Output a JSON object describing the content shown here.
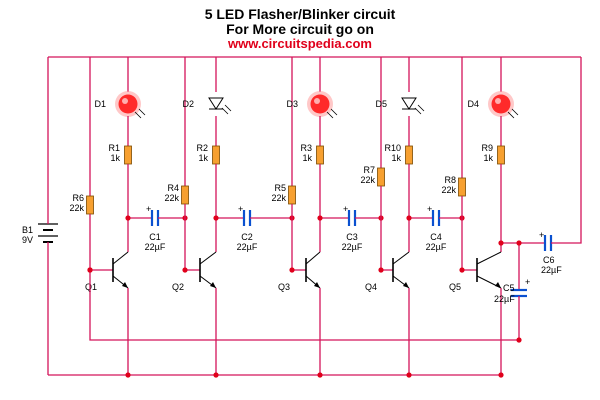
{
  "header": {
    "title": "5 LED Flasher/Blinker circuit",
    "subtitle": "For More circuit go on",
    "url": "www.circuitspedia.com"
  },
  "colors": {
    "wire": "#d4145a",
    "node": "#e0001b",
    "resistor": "#f7a030",
    "resistor_stroke": "#7a4a00",
    "capacitor": "#0a50d0",
    "led_red": "#ff2a2a",
    "led_glow": "#ff9a9a",
    "ink": "#000000"
  },
  "components": {
    "battery": {
      "ref": "B1",
      "value": "9V"
    },
    "leds": [
      {
        "ref": "D1",
        "style": "glow"
      },
      {
        "ref": "D2",
        "style": "outline"
      },
      {
        "ref": "D3",
        "style": "glow"
      },
      {
        "ref": "D5",
        "style": "outline"
      },
      {
        "ref": "D4",
        "style": "glow"
      }
    ],
    "led_resistors": [
      {
        "ref": "R1",
        "value": "1k"
      },
      {
        "ref": "R2",
        "value": "1k"
      },
      {
        "ref": "R3",
        "value": "1k"
      },
      {
        "ref": "R10",
        "value": "1k"
      },
      {
        "ref": "R9",
        "value": "1k"
      }
    ],
    "base_resistors": [
      {
        "ref": "R6",
        "value": "22k"
      },
      {
        "ref": "R4",
        "value": "22k"
      },
      {
        "ref": "R5",
        "value": "22k"
      },
      {
        "ref": "R7",
        "value": "22k"
      },
      {
        "ref": "R8",
        "value": "22k"
      }
    ],
    "capacitors": [
      {
        "ref": "C1",
        "value": "22µF"
      },
      {
        "ref": "C2",
        "value": "22µF"
      },
      {
        "ref": "C3",
        "value": "22µF"
      },
      {
        "ref": "C4",
        "value": "22µF"
      },
      {
        "ref": "C5",
        "value": "22µF"
      },
      {
        "ref": "C6",
        "value": "22µF"
      }
    ],
    "transistors": [
      {
        "ref": "Q1"
      },
      {
        "ref": "Q2"
      },
      {
        "ref": "Q3"
      },
      {
        "ref": "Q4"
      },
      {
        "ref": "Q5"
      }
    ],
    "polarity_plus": "+"
  }
}
